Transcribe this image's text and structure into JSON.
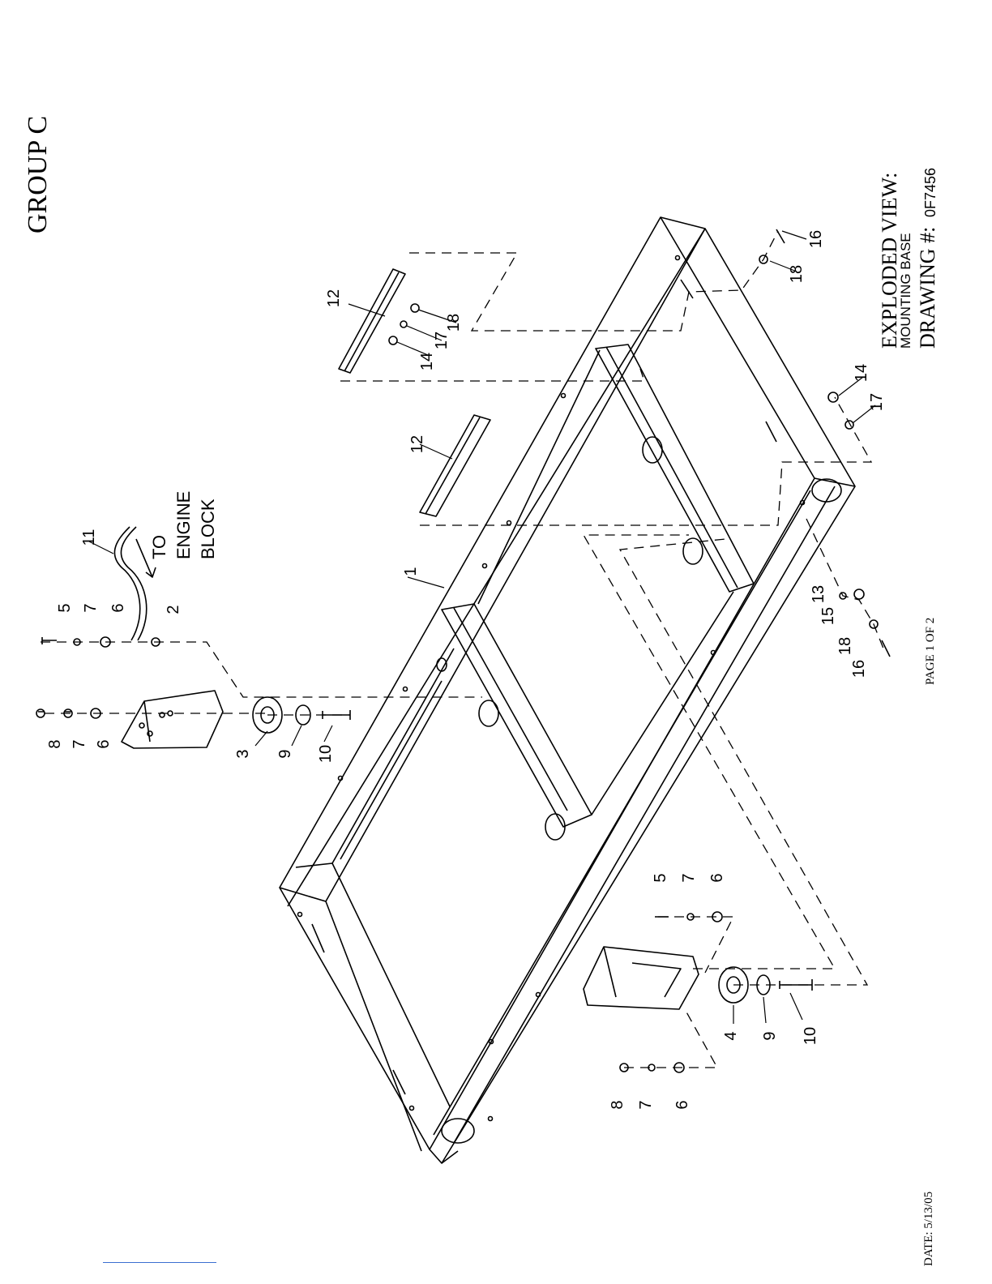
{
  "header": {
    "group": "GROUP C"
  },
  "title_block": {
    "view": "EXPLODED VIEW:",
    "subject": "MOUNTING BASE",
    "drawing_label": "DRAWING #:",
    "drawing_number": "0F7456"
  },
  "footer": {
    "page": "PAGE 1 OF 2",
    "date": "DATE:  5/13/05"
  },
  "annotation": {
    "line1": "TO",
    "line2": "ENGINE",
    "line3": "BLOCK"
  },
  "callouts": [
    "1",
    "2",
    "3",
    "4",
    "5",
    "6",
    "7",
    "8",
    "9",
    "10",
    "11",
    "12",
    "13",
    "14",
    "15",
    "16",
    "17",
    "18"
  ]
}
